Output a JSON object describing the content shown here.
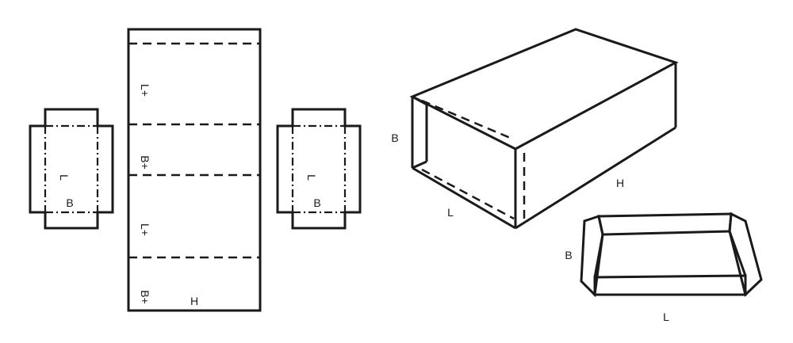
{
  "labels": {
    "left_lid_L": "L",
    "left_lid_B": "B",
    "right_lid_L": "L",
    "right_lid_B": "B",
    "sleeve_L1": "L+",
    "sleeve_B1": "B+",
    "sleeve_L2": "L+",
    "sleeve_B2": "B+",
    "sleeve_H": "H",
    "box_B": "B",
    "box_L": "L",
    "box_H": "H",
    "tray_B": "B",
    "tray_L": "L"
  }
}
